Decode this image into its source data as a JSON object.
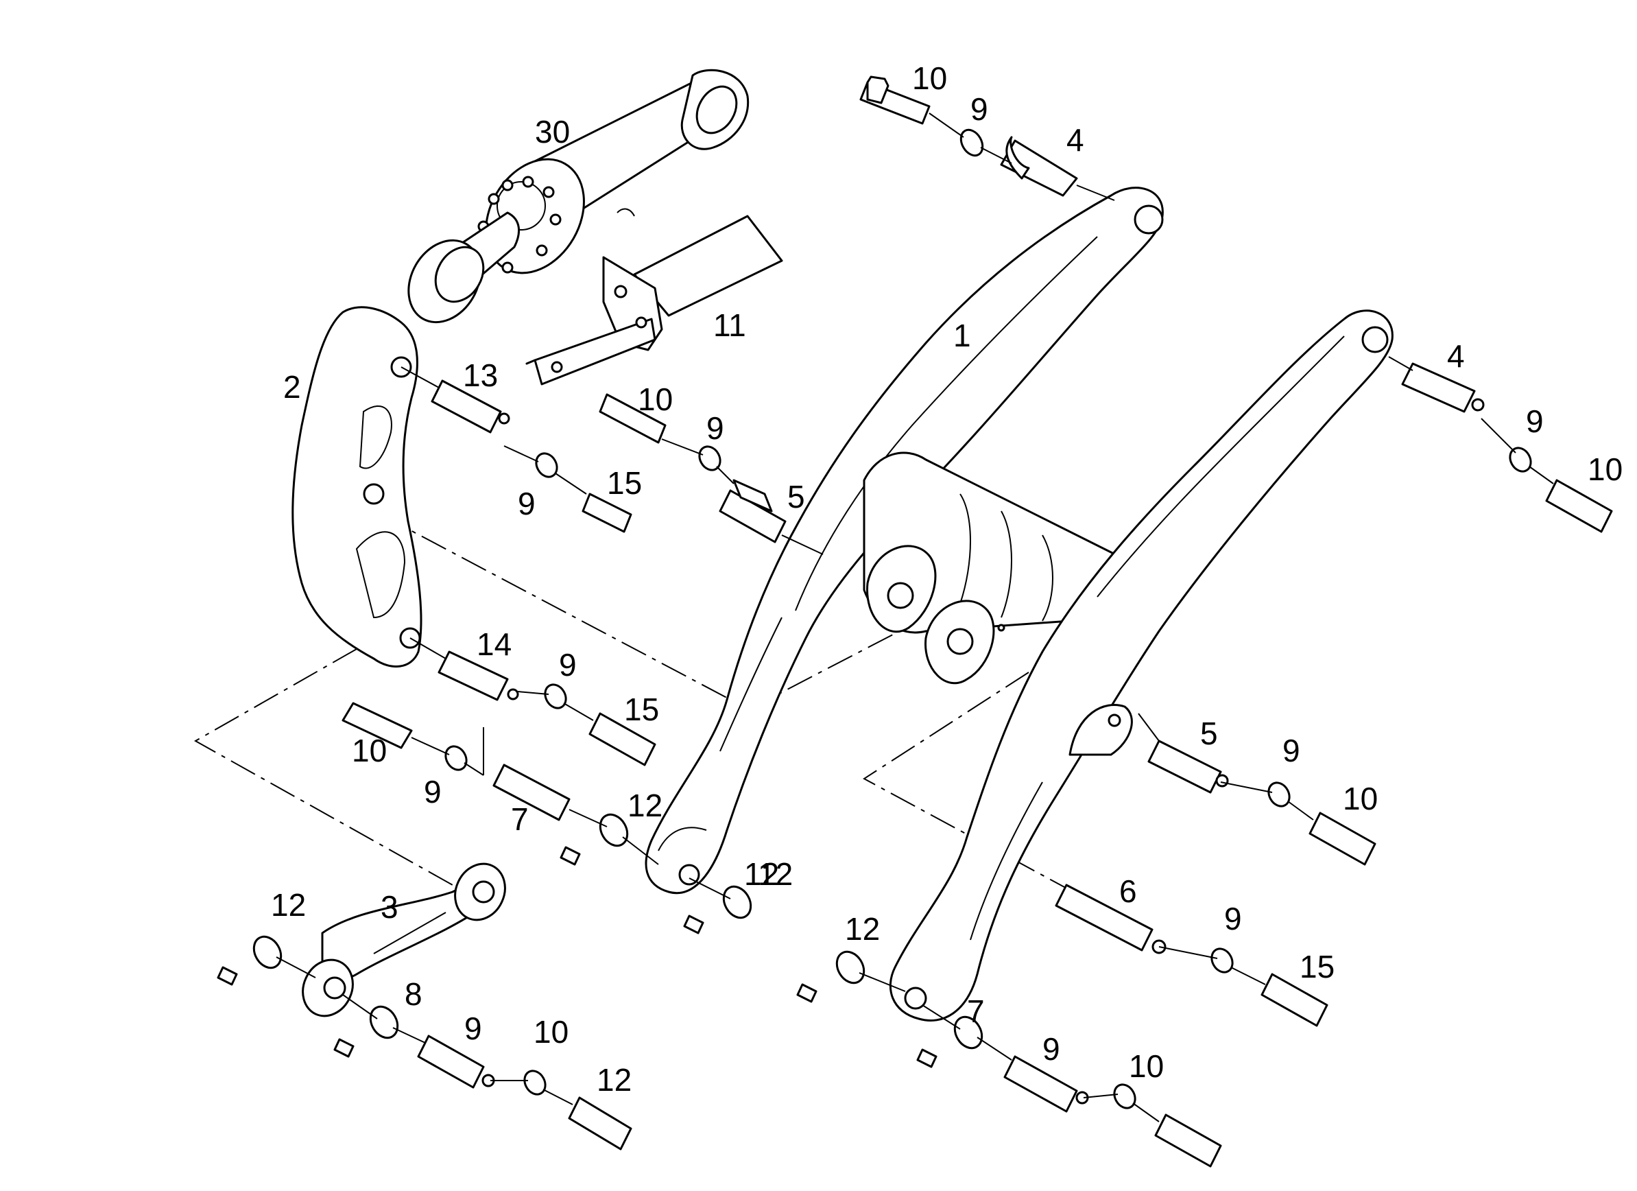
{
  "diagram": {
    "type": "exploded-parts-diagram",
    "line_color": "#000000",
    "background": "#ffffff",
    "callouts": [
      "10",
      "9",
      "4",
      "30",
      "11",
      "1",
      "2",
      "13",
      "10",
      "9",
      "9",
      "15",
      "5",
      "4",
      "9",
      "10",
      "14",
      "9",
      "15",
      "10",
      "9",
      "7",
      "12",
      "12",
      "5",
      "9",
      "10",
      "6",
      "9",
      "15",
      "12",
      "12",
      "3",
      "12",
      "8",
      "9",
      "10",
      "12",
      "7",
      "9",
      "10"
    ]
  }
}
